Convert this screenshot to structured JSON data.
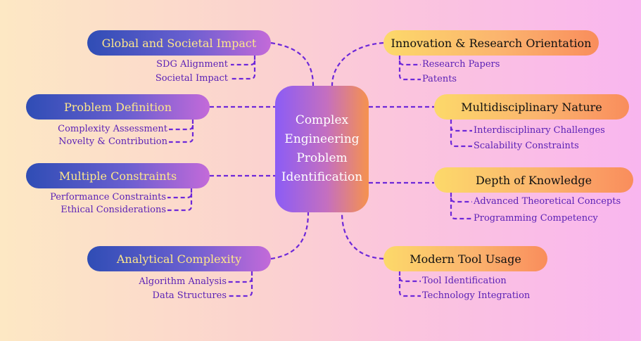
{
  "center": {
    "lines": [
      "Complex",
      "Engineering",
      "Problem",
      "Identification"
    ]
  },
  "left_branches": [
    {
      "id": "global",
      "label": "Global and Societal Impact",
      "children": [
        "SDG Alignment",
        "Societal Impact"
      ]
    },
    {
      "id": "problem",
      "label": "Problem Definition",
      "children": [
        "Complexity Assessment",
        "Novelty & Contribution"
      ]
    },
    {
      "id": "constraints",
      "label": "Multiple Constraints",
      "children": [
        "Performance Constraints",
        "Ethical Considerations"
      ]
    },
    {
      "id": "analytical",
      "label": "Analytical Complexity",
      "children": [
        "Algorithm Analysis",
        "Data Structures"
      ]
    }
  ],
  "right_branches": [
    {
      "id": "innovation",
      "label": "Innovation & Research Orientation",
      "children": [
        "Research Papers",
        "Patents"
      ]
    },
    {
      "id": "multidisciplinary",
      "label": "Multidisciplinary Nature",
      "children": [
        "Interdisciplinary Challenges",
        "Scalability Constraints"
      ]
    },
    {
      "id": "depth",
      "label": "Depth of Knowledge",
      "children": [
        "Advanced Theoretical Concepts",
        "Programming Competency"
      ]
    },
    {
      "id": "modern",
      "label": "Modern Tool Usage",
      "children": [
        "Tool Identification",
        "Technology Integration"
      ]
    }
  ],
  "colors": {
    "connector": "#6d28d9"
  }
}
